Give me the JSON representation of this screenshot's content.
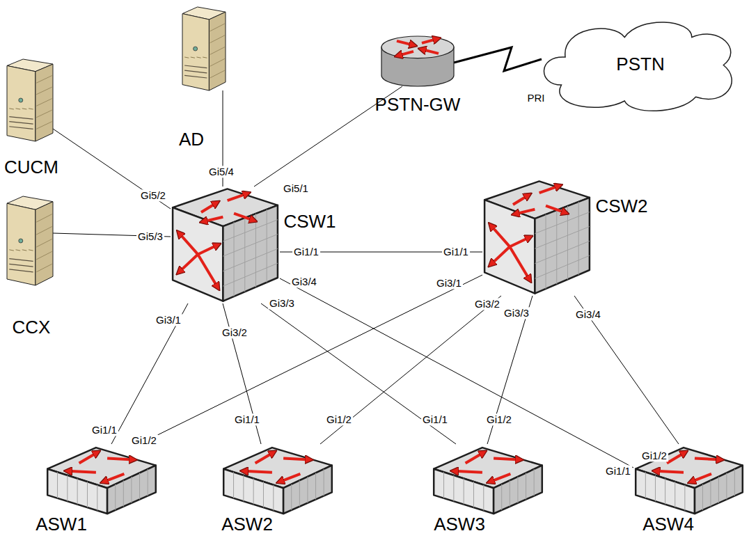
{
  "diagram": {
    "nodes": [
      {
        "text": [
          "AD"
        ]
      },
      {
        "text": [
          "PSTN-GW"
        ]
      },
      {
        "text": [
          "PSTN"
        ]
      },
      {
        "text": [
          "CUCM"
        ]
      },
      {
        "text": [
          "CSW1"
        ]
      },
      {
        "text": [
          "CSW2"
        ]
      },
      {
        "text": [
          "CCX"
        ]
      },
      {
        "text": [
          "ASW1"
        ]
      },
      {
        "text": [
          "ASW2"
        ]
      },
      {
        "text": [
          "ASW3"
        ]
      },
      {
        "text": [
          "ASW4"
        ]
      }
    ],
    "edges": [
      {
        "from": 3,
        "to": 4,
        "arrow": "none"
      },
      {
        "from": 0,
        "to": 4,
        "arrow": "none"
      },
      {
        "from": 1,
        "to": 4,
        "arrow": "none"
      },
      {
        "from": 1,
        "to": 2,
        "arrow": "none",
        "label": "PRI"
      },
      {
        "from": 6,
        "to": 4,
        "arrow": "none"
      },
      {
        "from": 4,
        "to": 5,
        "arrow": "none"
      },
      {
        "from": 4,
        "to": 7,
        "arrow": "none"
      },
      {
        "from": 4,
        "to": 8,
        "arrow": "none"
      },
      {
        "from": 4,
        "to": 9,
        "arrow": "none"
      },
      {
        "from": 4,
        "to": 10,
        "arrow": "none"
      },
      {
        "from": 5,
        "to": 7,
        "arrow": "none"
      },
      {
        "from": 5,
        "to": 8,
        "arrow": "none"
      },
      {
        "from": 5,
        "to": 9,
        "arrow": "none"
      },
      {
        "from": 5,
        "to": 10,
        "arrow": "none"
      }
    ],
    "labels": [
      "Gi5/2",
      "Gi5/4",
      "Gi5/1",
      "Gi5/3",
      "Gi1/1",
      "Gi1/1",
      "Gi3/4",
      "Gi3/1",
      "Gi3/3",
      "Gi3/2",
      "Gi3/3",
      "Gi3/4",
      "Gi3/1",
      "Gi3/2",
      "Gi1/1",
      "Gi1/2",
      "Gi1/1",
      "Gi1/2",
      "Gi1/1",
      "Gi1/2",
      "Gi1/2",
      "Gi1/1"
    ]
  }
}
